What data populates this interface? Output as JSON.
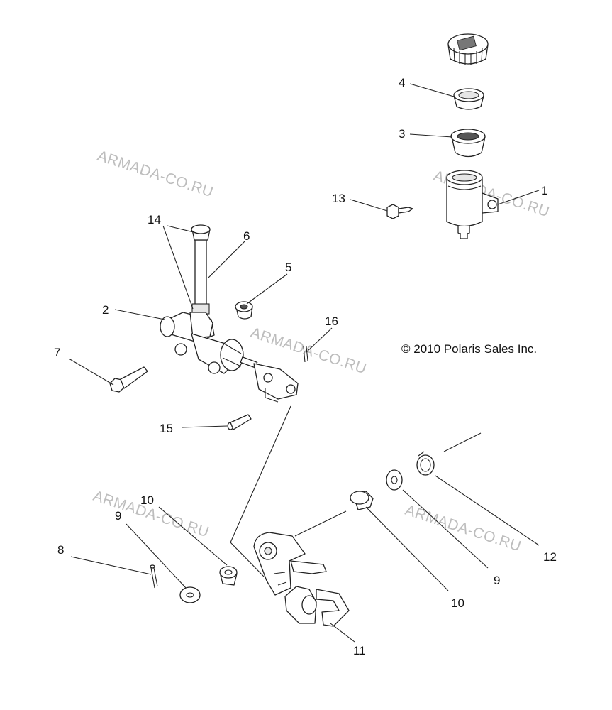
{
  "copyright": "© 2010 Polaris Sales Inc.",
  "watermark": "ARMADA-CO.RU",
  "callouts": {
    "c1": "1",
    "c2": "2",
    "c3": "3",
    "c4": "4",
    "c5": "5",
    "c6": "6",
    "c7": "7",
    "c8": "8",
    "c9a": "9",
    "c9b": "9",
    "c10a": "10",
    "c10b": "10",
    "c11": "11",
    "c12": "12",
    "c13": "13",
    "c14": "14",
    "c15": "15",
    "c16": "16"
  }
}
